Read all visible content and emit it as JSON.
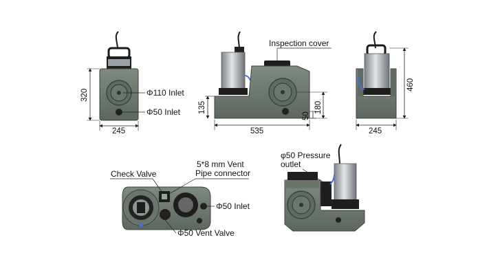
{
  "labels": {
    "inspection_cover": "Inspection cover",
    "inlet_110": "Φ110 Inlet",
    "inlet_50_front": "Φ50 Inlet",
    "check_valve": "Check Valve",
    "vent_pipe_line1": "5*8 mm Vent",
    "vent_pipe_line2": "Pipe connector",
    "inlet_50_top": "Φ50 Inlet",
    "vent_valve": "Φ50 Vent Valve",
    "pressure_outlet_line1": "φ50 Pressure",
    "pressure_outlet_line2": "outlet"
  },
  "dimensions": {
    "front_height": "320",
    "front_width": "245",
    "side_length": "535",
    "side_height_body": "135",
    "side_height_outlet": "180",
    "side_height_inlet": "50",
    "rear_height": "460",
    "rear_width": "245"
  },
  "colors": {
    "body": "#6f7a70",
    "body_dark": "#4e5850",
    "body_light": "#8c978d",
    "motor": "#b9bec2",
    "black": "#1a1a1a",
    "blue": "#4a6fd8",
    "line": "#222222"
  }
}
